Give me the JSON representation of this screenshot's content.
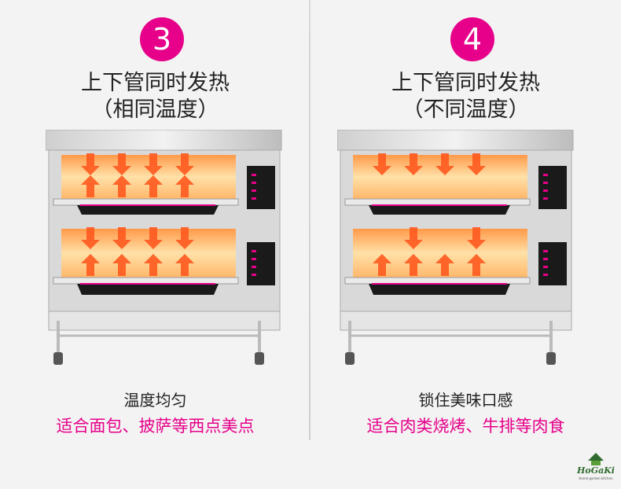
{
  "panels": [
    {
      "number": "3",
      "title_line1": "上下管同时发热",
      "title_line2": "（相同温度）",
      "caption1": "温度均匀",
      "caption2": "适合面包、披萨等西点美点"
    },
    {
      "number": "4",
      "title_line1": "上下管同时发热",
      "title_line2": "（不同温度）",
      "caption1": "锁住美味口感",
      "caption2": "适合肉类烧烤、牛排等肉食"
    }
  ],
  "brand": {
    "name": "HoGaKi",
    "tagline": "Home·garden·kitchen"
  },
  "colors": {
    "accent": "#e6008a",
    "heat_arrow": "#ff5a1f"
  }
}
